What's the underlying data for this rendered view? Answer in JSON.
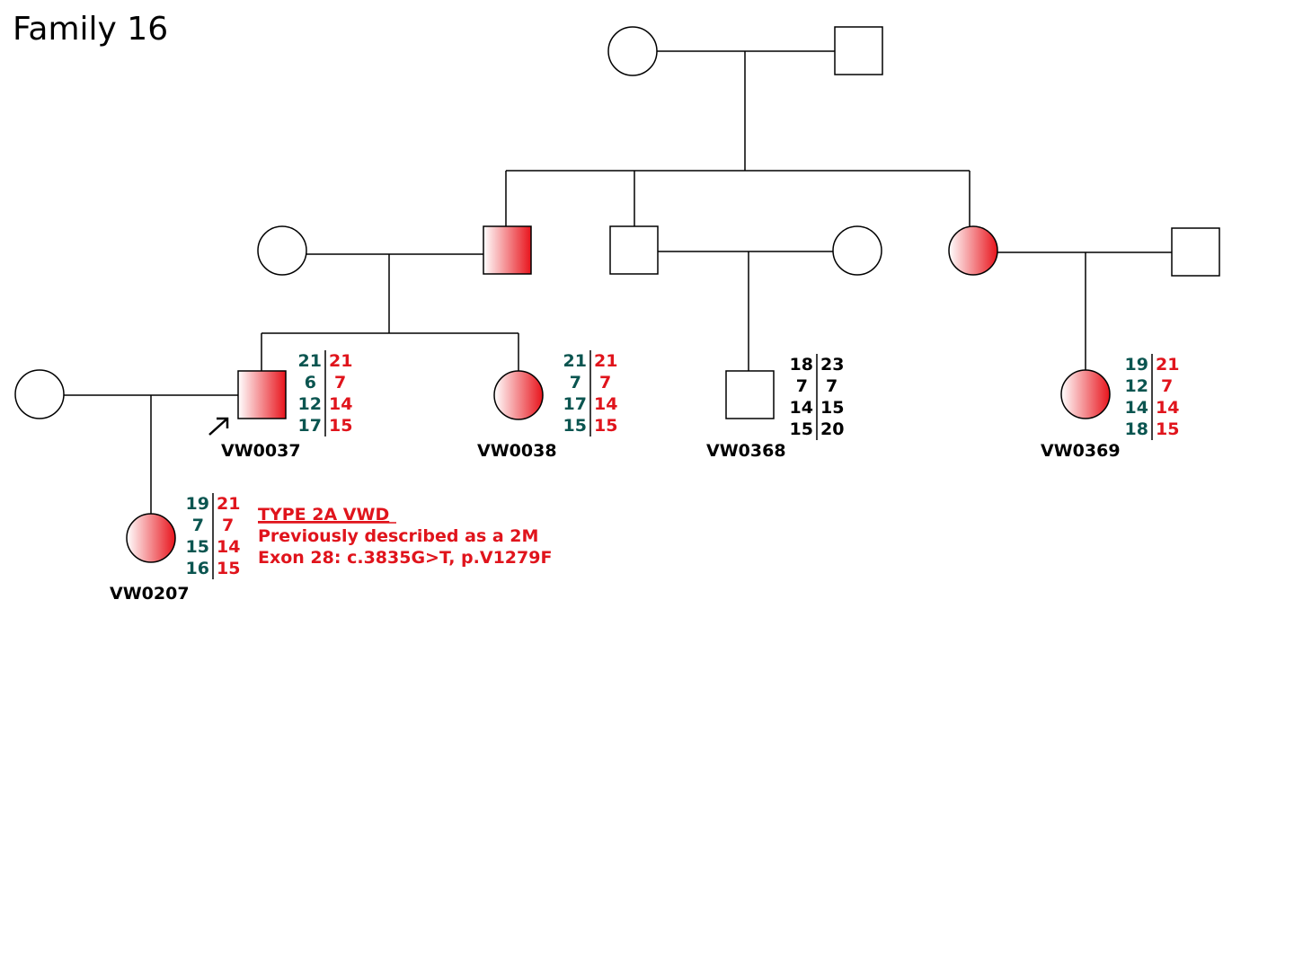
{
  "title": "Family 16",
  "colors": {
    "affected_fill": "#e8141c",
    "maternal_allele": "#0b5550",
    "paternal_allele": "#e0141c",
    "neutral_allele": "#000000",
    "note": "#e0141c"
  },
  "individuals": {
    "gen1_female": {
      "sex": "female",
      "affected": false
    },
    "gen1_male": {
      "sex": "male",
      "affected": false
    },
    "gen2_spouse_female": {
      "sex": "female",
      "affected": false
    },
    "gen2_affected_son": {
      "sex": "male",
      "affected": true
    },
    "gen2_son": {
      "sex": "male",
      "affected": false
    },
    "gen2_son_spouse": {
      "sex": "female",
      "affected": false
    },
    "gen2_affected_daughter": {
      "sex": "female",
      "affected": true
    },
    "gen2_daughter_spouse": {
      "sex": "male",
      "affected": false
    },
    "gen3_spouse_female": {
      "sex": "female",
      "affected": false
    },
    "vw0037": {
      "id": "VW0037",
      "sex": "male",
      "affected": true,
      "proband": true,
      "haplotype": {
        "left": [
          "21",
          "6",
          "12",
          "17"
        ],
        "right": [
          "21",
          "7",
          "14",
          "15"
        ],
        "left_color": "maternal",
        "right_color": "paternal"
      }
    },
    "vw0038": {
      "id": "VW0038",
      "sex": "female",
      "affected": true,
      "haplotype": {
        "left": [
          "21",
          "7",
          "17",
          "15"
        ],
        "right": [
          "21",
          "7",
          "14",
          "15"
        ],
        "left_color": "maternal",
        "right_color": "paternal"
      }
    },
    "vw0368": {
      "id": "VW0368",
      "sex": "male",
      "affected": false,
      "haplotype": {
        "left": [
          "18",
          "7",
          "14",
          "15"
        ],
        "right": [
          "23",
          "7",
          "15",
          "20"
        ],
        "left_color": "neutral",
        "right_color": "neutral"
      }
    },
    "vw0369": {
      "id": "VW0369",
      "sex": "female",
      "affected": true,
      "haplotype": {
        "left": [
          "19",
          "12",
          "14",
          "18"
        ],
        "right": [
          "21",
          "7",
          "14",
          "15"
        ],
        "left_color": "maternal",
        "right_color": "paternal"
      }
    },
    "vw0207": {
      "id": "VW0207",
      "sex": "female",
      "affected": true,
      "haplotype": {
        "left": [
          "19",
          "7",
          "15",
          "16"
        ],
        "right": [
          "21",
          "7",
          "14",
          "15"
        ],
        "left_color": "maternal",
        "right_color": "paternal"
      }
    }
  },
  "annotation": {
    "heading": "TYPE 2A VWD",
    "line1": "Previously described as a 2M",
    "line2": "Exon 28: c.3835G>T, p.V1279F"
  }
}
